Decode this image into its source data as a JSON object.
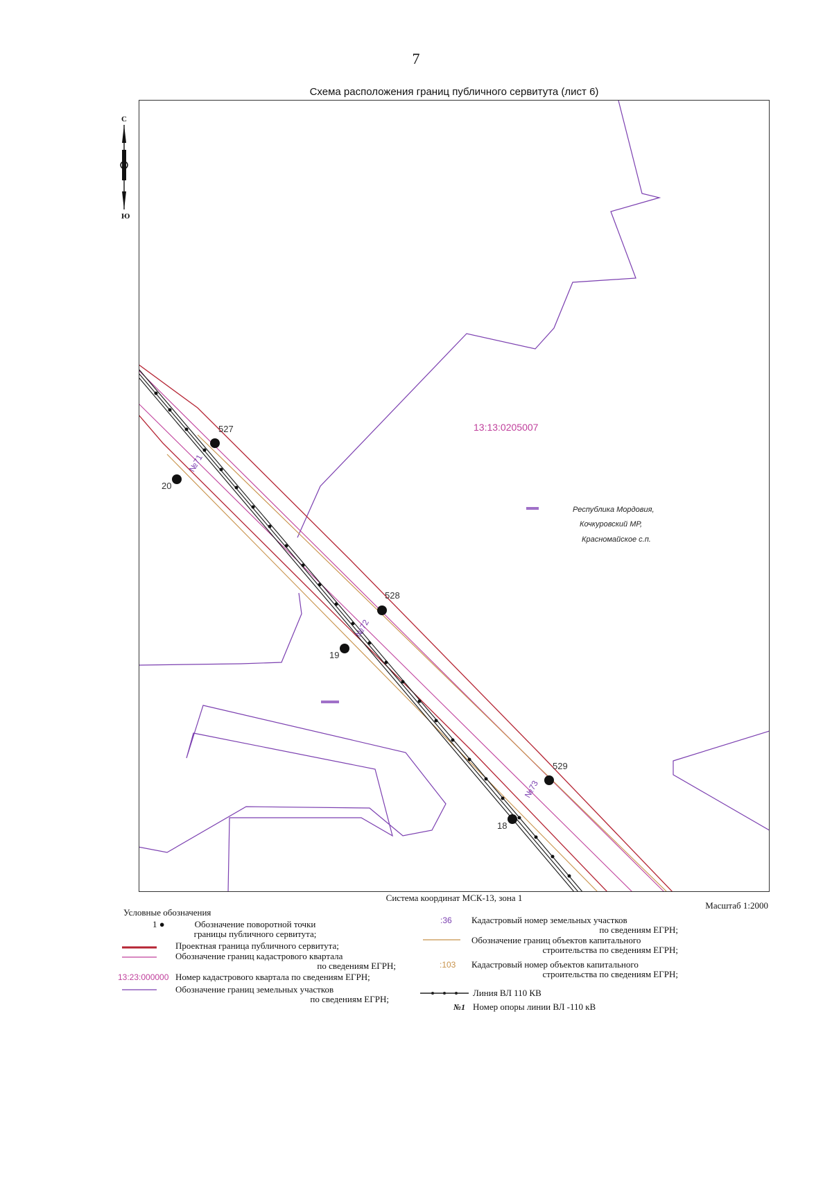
{
  "page_number": "7",
  "map": {
    "title": "Схема расположения границ публичного сервитута (лист 6)",
    "quarter_number": "13:13:0205007",
    "region_label": [
      "Республика Мордовия,",
      "Кочкуровский МР,",
      "Красномайское с.п."
    ],
    "points": [
      {
        "label": "527"
      },
      {
        "label": "20"
      },
      {
        "label": "528"
      },
      {
        "label": "19"
      },
      {
        "label": "529"
      },
      {
        "label": "18"
      }
    ],
    "support_labels": [
      "№71",
      "№72",
      "№73"
    ],
    "colors": {
      "servitude": "#b52433",
      "quarter": "#c0409c",
      "parcel": "#7b3fb0",
      "capital": "#c8924a",
      "line": "#222222"
    }
  },
  "compass": {
    "north": "С",
    "south": "Ю"
  },
  "coord_system": "Система координат МСК-13, зона 1",
  "scale": "Масштаб 1:2000",
  "legend": {
    "title": "Условные обозначения",
    "point_symbol": "1",
    "point_text": [
      "Обозначение поворотной точки",
      "границы публичного сервитута;"
    ],
    "servitude_text": "Проектная граница публичного сервитута;",
    "quarter_text": [
      "Обозначение границ кадастрового квартала",
      "по сведениям ЕГРН;"
    ],
    "quarter_number_symbol": "13:23:000000",
    "quarter_number_text": "Номер кадастрового квартала по сведениям ЕГРН;",
    "parcel_text": [
      "Обозначение границ земельных участков",
      "по сведениям ЕГРН;"
    ],
    "parcel_number_symbol": ":36",
    "parcel_number_text": [
      "Кадастровый номер земельных участков",
      "по сведениям ЕГРН;"
    ],
    "capital_text": [
      "Обозначение границ объектов капитального",
      "строительства по сведениям ЕГРН;"
    ],
    "capital_number_symbol": ":103",
    "capital_number_text": [
      "Кадастровый номер объектов капитального",
      "строительства по сведениям ЕГРН;"
    ],
    "line_text": "Линия ВЛ 110 КВ",
    "support_symbol": "№1",
    "support_text": "Номер опоры линии ВЛ -110 кВ"
  }
}
